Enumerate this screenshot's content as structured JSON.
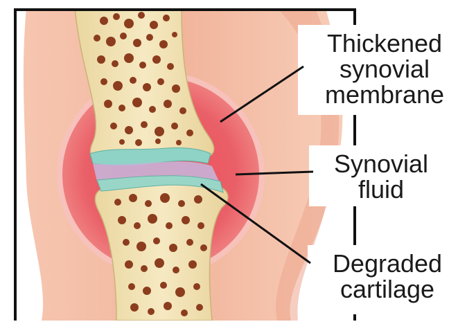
{
  "diagram": {
    "labels": {
      "membrane": [
        "Thickened",
        "synovial",
        "membrane"
      ],
      "fluid": [
        "Synovial",
        "fluid"
      ],
      "cartilage": [
        "Degraded",
        "cartilage"
      ]
    },
    "colors": {
      "skin": "#f2b59c",
      "capsule": "#e9636a",
      "bone": "#f3e3b4",
      "marrow": "#8c3d1e",
      "cartilage": "#8fd3c6",
      "fluid": "#c8b3d8",
      "frame": "#111111"
    }
  }
}
